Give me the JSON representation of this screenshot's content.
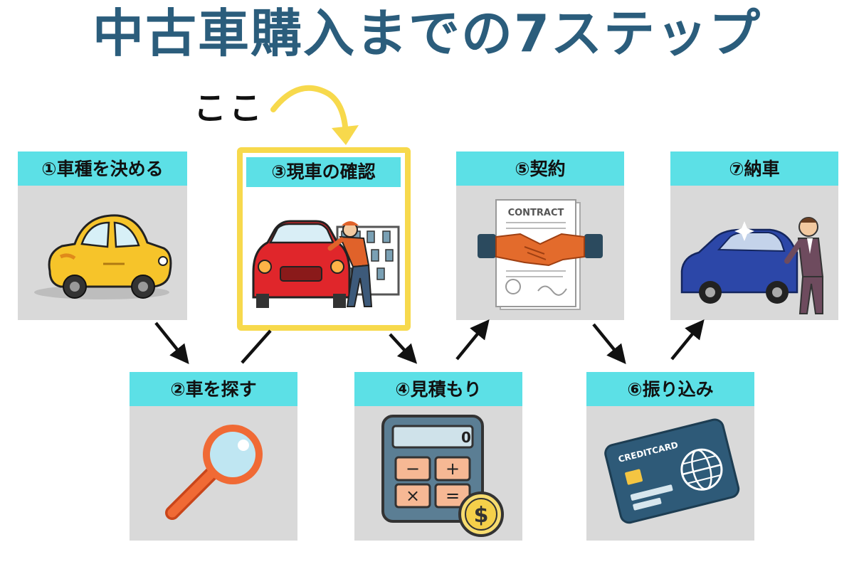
{
  "title": "中古車購入までの7ステップ",
  "here_label": "ここ",
  "highlight_color": "#f7d94c",
  "title_color": "#2b5d7c",
  "header_color": "#5ce0e6",
  "card_bg": "#d9d9d9",
  "steps": [
    {
      "label": "①車種を決める",
      "icon": "yellow-car-icon"
    },
    {
      "label": "②車を探す",
      "icon": "magnifying-glass-icon"
    },
    {
      "label": "③現車の確認",
      "icon": "mechanic-inspecting-car-icon"
    },
    {
      "label": "④見積もり",
      "icon": "calculator-coin-icon"
    },
    {
      "label": "⑤契約",
      "icon": "contract-handshake-icon"
    },
    {
      "label": "⑥振り込み",
      "icon": "credit-card-icon"
    },
    {
      "label": "⑦納車",
      "icon": "car-delivery-man-icon"
    }
  ],
  "contract_text": "CONTRACT",
  "creditcard_text": "CREDITCARD",
  "calculator": {
    "display": "0",
    "keys": [
      "−",
      "+",
      "×",
      "="
    ],
    "coin": "$"
  }
}
